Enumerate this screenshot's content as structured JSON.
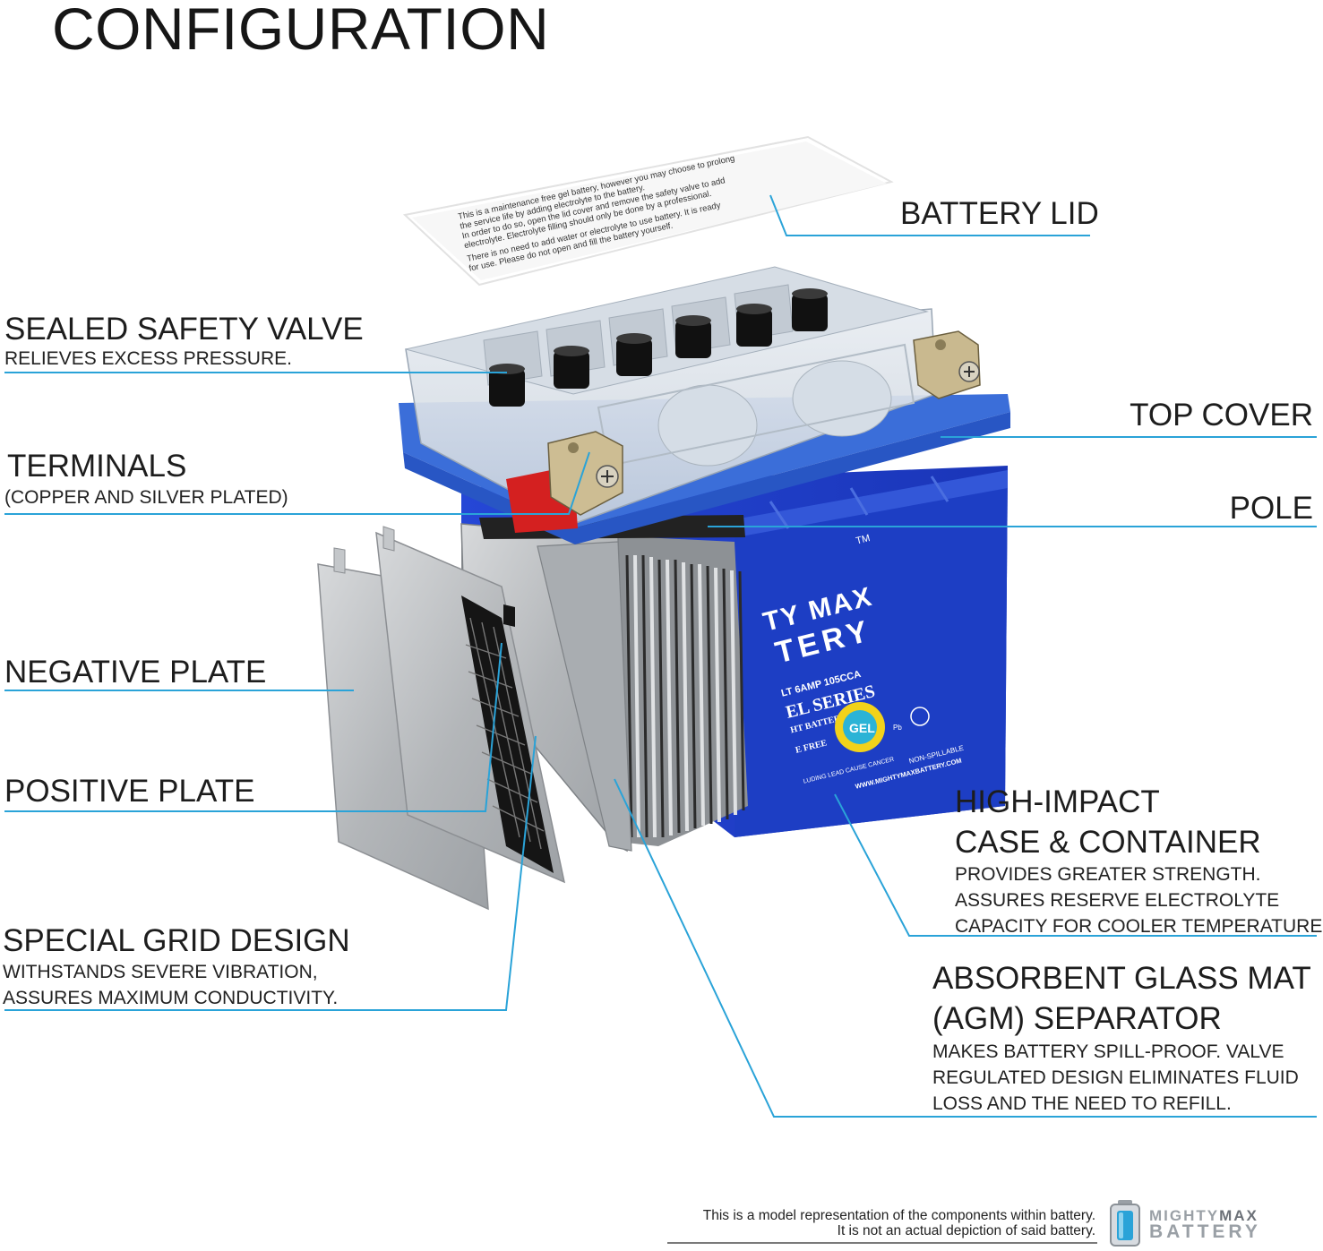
{
  "page_title": "CONFIGURATION",
  "labels": {
    "battery_lid": {
      "title": "BATTERY LID"
    },
    "sealed_safety_valve": {
      "title": "SEALED SAFETY VALVE",
      "subtitle": "RELIEVES EXCESS PRESSURE."
    },
    "top_cover": {
      "title": "TOP COVER"
    },
    "terminals": {
      "title": "TERMINALS",
      "subtitle": "(COPPER AND SILVER PLATED)"
    },
    "pole": {
      "title": "POLE"
    },
    "negative_plate": {
      "title": "NEGATIVE PLATE"
    },
    "positive_plate": {
      "title": "POSITIVE PLATE"
    },
    "high_impact_case": {
      "title_line1": "HIGH-IMPACT",
      "title_line2": "CASE & CONTAINER",
      "sub_line1": "PROVIDES GREATER STRENGTH.",
      "sub_line2": "ASSURES RESERVE ELECTROLYTE",
      "sub_line3": "CAPACITY FOR COOLER TEMPERATURES."
    },
    "special_grid_design": {
      "title": "SPECIAL GRID DESIGN",
      "sub_line1": "WITHSTANDS SEVERE VIBRATION,",
      "sub_line2": "ASSURES MAXIMUM CONDUCTIVITY."
    },
    "agm_separator": {
      "title_line1": "ABSORBENT GLASS MAT",
      "title_line2": "(AGM) SEPARATOR",
      "sub_line1": "MAKES BATTERY SPILL-PROOF. VALVE",
      "sub_line2": "REGULATED DESIGN ELIMINATES FLUID",
      "sub_line3": "LOSS AND THE NEED TO REFILL."
    }
  },
  "lid_sticker_text": [
    "This is a maintenance free gel battery, however you may choose to prolong",
    "the service life by adding electrolyte to the battery.",
    "In order to do so, open the lid cover and remove the safety valve to add",
    "electrolyte. Electrolyte filling should only be done by a professional.",
    "There is no need to add water or electrolyte to use battery. It is ready",
    "for use. Please do not open and fill the battery yourself."
  ],
  "battery_case_print": {
    "brand_line1": "TY MAX",
    "brand_line2": "TERY",
    "trademark": "TM",
    "spec": "LT 6AMP 105CCA",
    "series": "EL SERIES",
    "sub_brand": "HT BATTERY",
    "maint": "E FREE",
    "warning": "LUDING LEAD CAUSE CANCER",
    "badge": "GEL",
    "non_spillable": "NON-SPILLABLE",
    "website": "WWW.MIGHTYMAXBATTERY.COM",
    "pb": "Pb"
  },
  "footer": {
    "note_line1": "This is a model representation of the components within battery.",
    "note_line2": "It is not an actual depiction of said battery.",
    "brand_part1": "MIGHTY",
    "brand_part2": "MAX",
    "brand_line2": "BATTERY"
  },
  "colors": {
    "leader_line": "#2aa3d8",
    "case_blue": "#1f3fc8",
    "case_blue_dark": "#15299a",
    "cover_blue": "#3d6fd8",
    "plate_gray": "#b9bcbf",
    "terminal_red": "#d42020"
  }
}
